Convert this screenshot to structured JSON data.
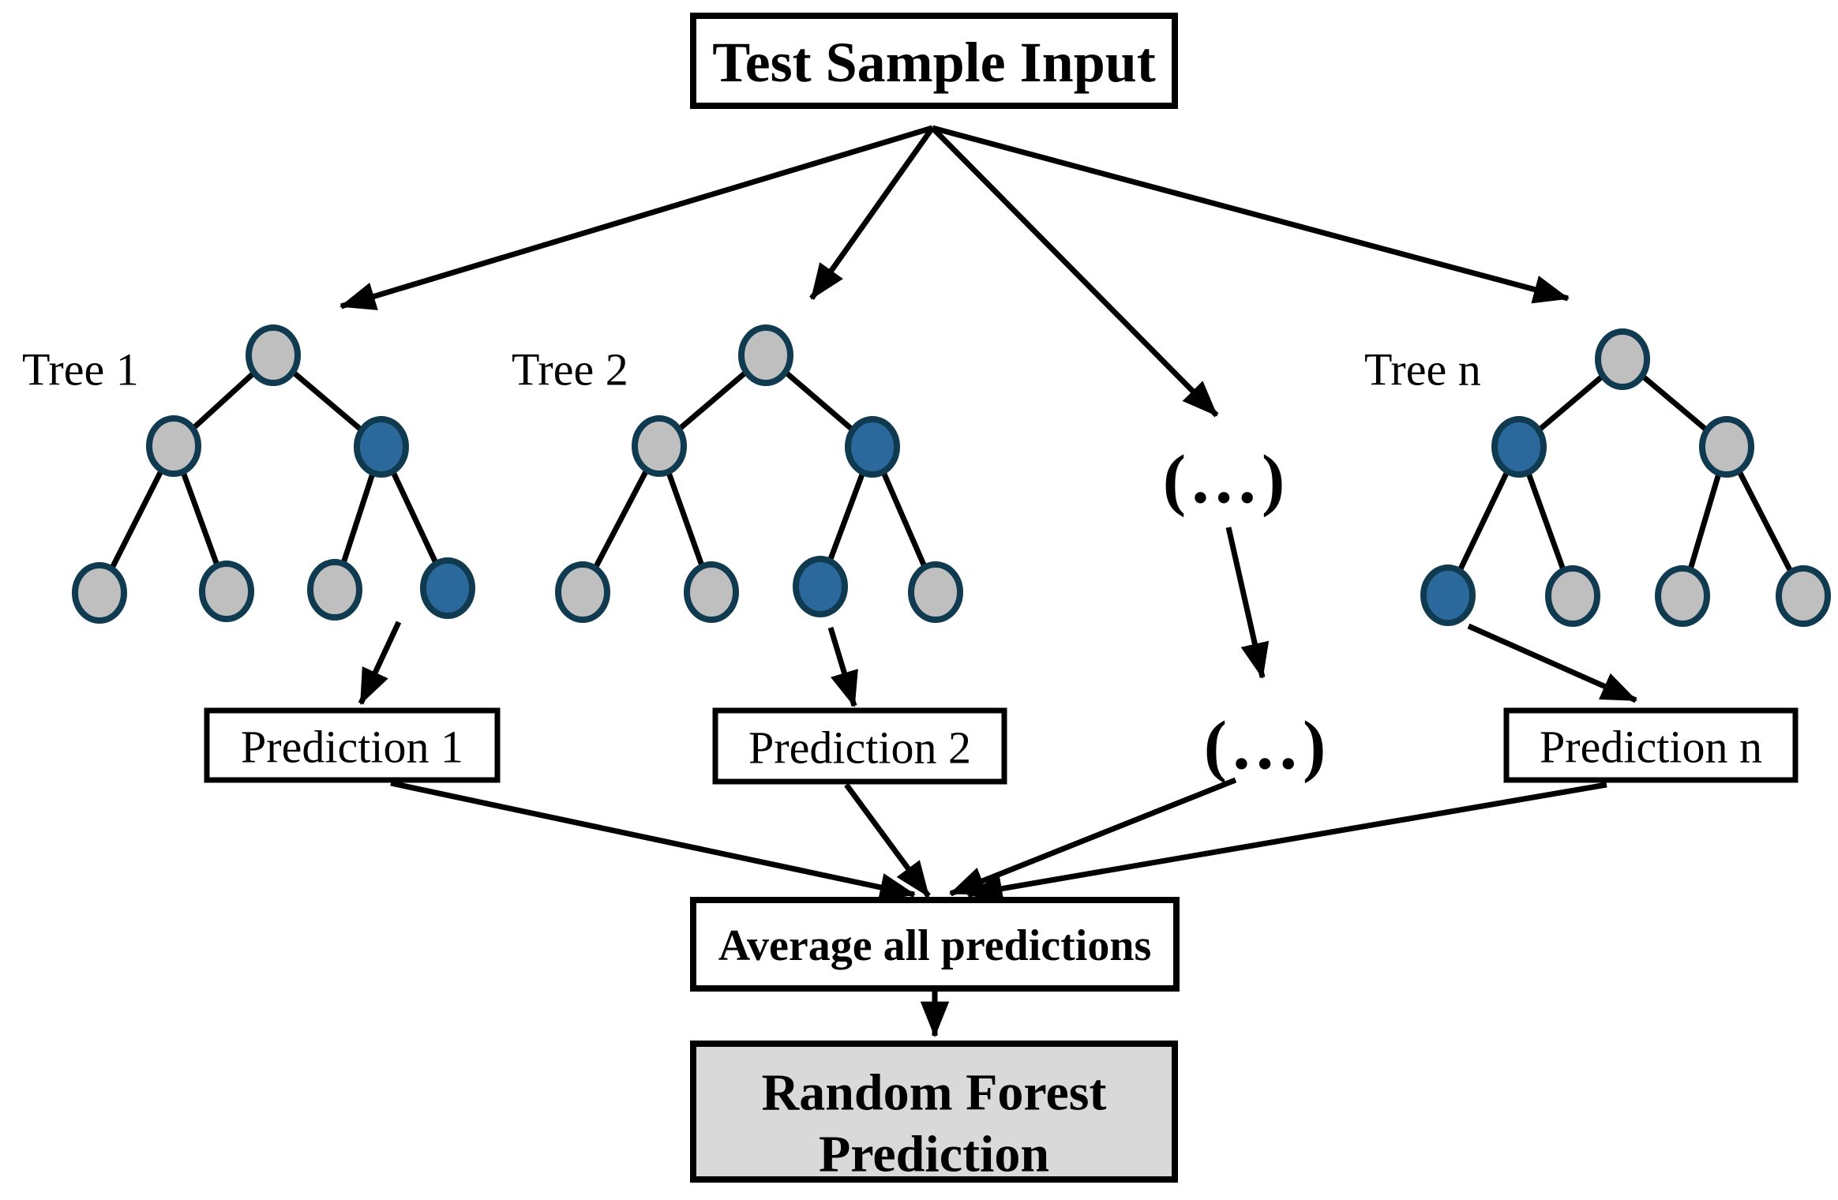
{
  "input_box": {
    "label": "Test Sample Input"
  },
  "trees": [
    {
      "label": "Tree 1",
      "prediction": "Prediction 1",
      "node_colors": [
        "gray",
        "gray",
        "blue",
        "gray",
        "gray",
        "gray",
        "blue"
      ]
    },
    {
      "label": "Tree 2",
      "prediction": "Prediction 2",
      "node_colors": [
        "gray",
        "gray",
        "blue",
        "gray",
        "gray",
        "blue",
        "gray"
      ]
    },
    {
      "label": "Tree n",
      "prediction": "Prediction n",
      "node_colors": [
        "gray",
        "blue",
        "gray",
        "blue",
        "gray",
        "gray",
        "gray"
      ]
    }
  ],
  "ellipsis": {
    "upper": "(…)",
    "lower": "(…)"
  },
  "average_label": "Average all predictions",
  "final_box": {
    "line1": "Random Forest",
    "line2": "Prediction"
  },
  "colors": {
    "gray_node": "#bfbfbf",
    "blue_node": "#2b689c",
    "node_stroke": "#0f3a4f",
    "line": "#000000",
    "final_box_fill": "#d9d9d9",
    "box_fill": "#ffffff",
    "text": "#000000"
  }
}
